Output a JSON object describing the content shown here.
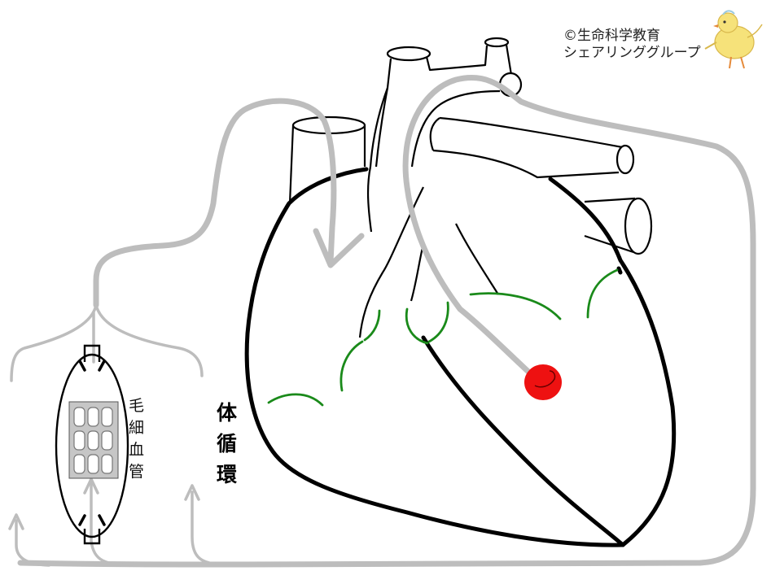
{
  "credit": {
    "line1": "©生命科学教育",
    "line2": "シェアリンググループ"
  },
  "labels": {
    "capillary": [
      "毛",
      "細",
      "血",
      "管"
    ],
    "systemic_circulation": [
      "体",
      "循",
      "環"
    ]
  },
  "colors": {
    "heart_outline": "#000000",
    "vessel_line": "#000000",
    "flow_arrow": "#bdbdbd",
    "coronary": "#1a8a1a",
    "sa_node": "#ee1111",
    "capillary_box": "#c6c6c6",
    "background": "#ffffff"
  },
  "icons": {
    "mascot": "chick-mascot-icon",
    "flow_arrow": "arrow-head-icon"
  }
}
